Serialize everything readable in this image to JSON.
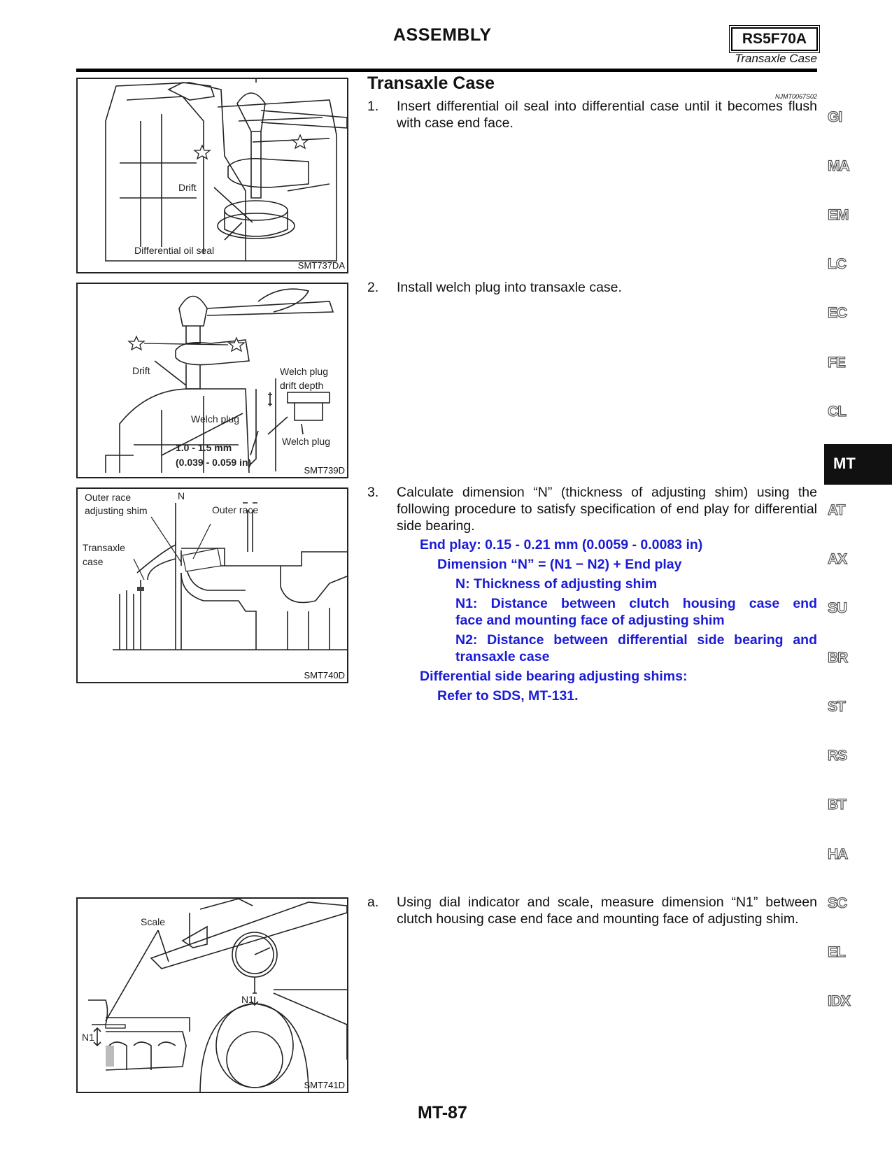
{
  "header": {
    "title": "ASSEMBLY",
    "model": "RS5F70A",
    "subtitle": "Transaxle Case"
  },
  "section": {
    "title": "Transaxle Case",
    "ref_code": "NJMT0067S02"
  },
  "figures": {
    "fig1": {
      "code": "SMT737DA",
      "labels": [
        "Drift",
        "Differential oil seal"
      ]
    },
    "fig2": {
      "code": "SMT739D",
      "labels": [
        "Drift",
        "Welch plug",
        "Welch plug",
        "drift depth",
        "Welch plug",
        "1.0 - 1.5 mm",
        "(0.039 - 0.059 in)"
      ]
    },
    "fig3": {
      "code": "SMT740D",
      "labels": [
        "Outer race",
        "adjusting shim",
        "N",
        "Outer race",
        "Transaxle",
        "case"
      ]
    },
    "fig4": {
      "code": "SMT741D",
      "labels": [
        "Scale",
        "N1",
        "N1"
      ]
    }
  },
  "steps": {
    "s1": {
      "num": "1.",
      "text": "Insert differential oil seal into differential case until it becomes flush with case end face."
    },
    "s2": {
      "num": "2.",
      "text": "Install welch plug into transaxle case."
    },
    "s3": {
      "num": "3.",
      "text": "Calculate dimension “N” (thickness of adjusting shim) using the following procedure to satisfy specification of end play for differential side bearing."
    },
    "sa": {
      "num": "a.",
      "text": "Using dial indicator and scale, measure dimension “N1” between clutch housing case end face and mounting face of adjusting shim."
    }
  },
  "specs": {
    "end_play": "End play: 0.15 - 0.21 mm (0.0059 - 0.0083 in)",
    "dimension_n": "Dimension “N” = (N1 − N2) + End play",
    "n_def": "N: Thickness of adjusting shim",
    "n1_def_line1": "N1: Distance between clutch housing case end",
    "n1_def_line2": "face and mounting face of adjusting shim",
    "n2_def_line1": "N2: Distance between differential side bearing and",
    "n2_def_line2": "transaxle case",
    "shims_title": "Differential side bearing adjusting shims:",
    "shims_ref": "Refer to SDS, MT-131."
  },
  "side_tabs": [
    "GI",
    "MA",
    "EM",
    "LC",
    "EC",
    "FE",
    "CL",
    "MT",
    "AT",
    "AX",
    "SU",
    "BR",
    "ST",
    "RS",
    "BT",
    "HA",
    "SC",
    "EL",
    "IDX"
  ],
  "active_tab": "MT",
  "page_number": "MT-87"
}
